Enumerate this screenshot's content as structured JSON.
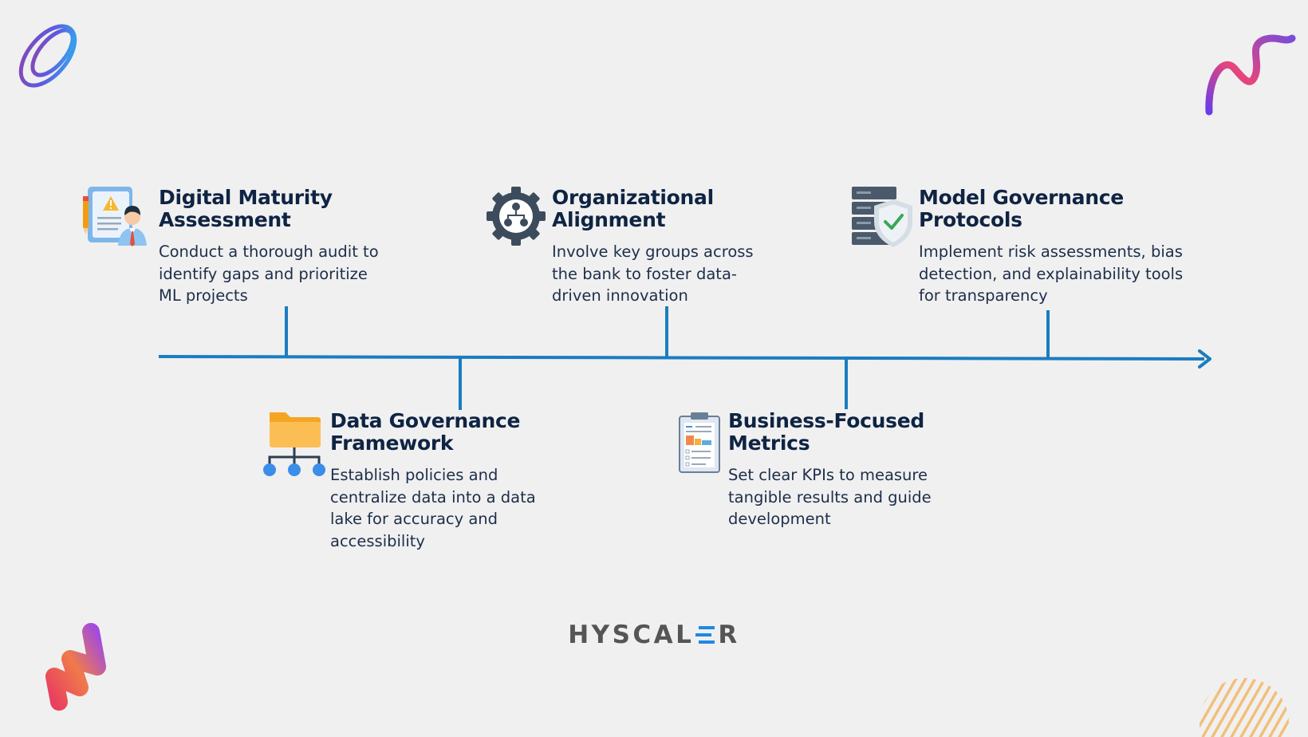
{
  "colors": {
    "background": "#f0f0f0",
    "title": "#0f2443",
    "text": "#1d2e4a",
    "timeline": "#1a7dc0",
    "logo_text": "#555555",
    "logo_accent": "#1e88e5"
  },
  "steps": [
    {
      "id": "digital-maturity",
      "icon": "assessment-report-icon",
      "title_line1": "Digital Maturity",
      "title_line2": "Assessment",
      "desc_line1": "Conduct a thorough audit to",
      "desc_line2": "identify gaps and prioritize",
      "desc_line3": "ML projects"
    },
    {
      "id": "data-governance",
      "icon": "folder-hierarchy-icon",
      "title_line1": "Data Governance",
      "title_line2": "Framework",
      "desc_line1": "Establish policies and",
      "desc_line2": "centralize data into a data",
      "desc_line3": "lake for accuracy and",
      "desc_line4": "accessibility"
    },
    {
      "id": "organizational-alignment",
      "icon": "gear-team-icon",
      "title_line1": "Organizational",
      "title_line2": "Alignment",
      "desc_line1": "Involve key groups across",
      "desc_line2": "the bank to foster data-",
      "desc_line3": "driven innovation"
    },
    {
      "id": "business-metrics",
      "icon": "clipboard-chart-icon",
      "title_line1": "Business-Focused",
      "title_line2": "Metrics",
      "desc_line1": "Set clear KPIs to measure",
      "desc_line2": "tangible results and guide",
      "desc_line3": "development"
    },
    {
      "id": "model-governance",
      "icon": "server-shield-icon",
      "title_line1": "Model Governance",
      "title_line2": "Protocols",
      "desc_line1": "Implement risk assessments, bias",
      "desc_line2": "detection, and explainability tools",
      "desc_line3": "for transparency"
    }
  ],
  "logo": {
    "part1": "HYSCAL",
    "part2": "R"
  },
  "decorations": [
    "swirl-icon",
    "squiggle-icon",
    "zigzag-icon",
    "striped-circle-icon"
  ]
}
